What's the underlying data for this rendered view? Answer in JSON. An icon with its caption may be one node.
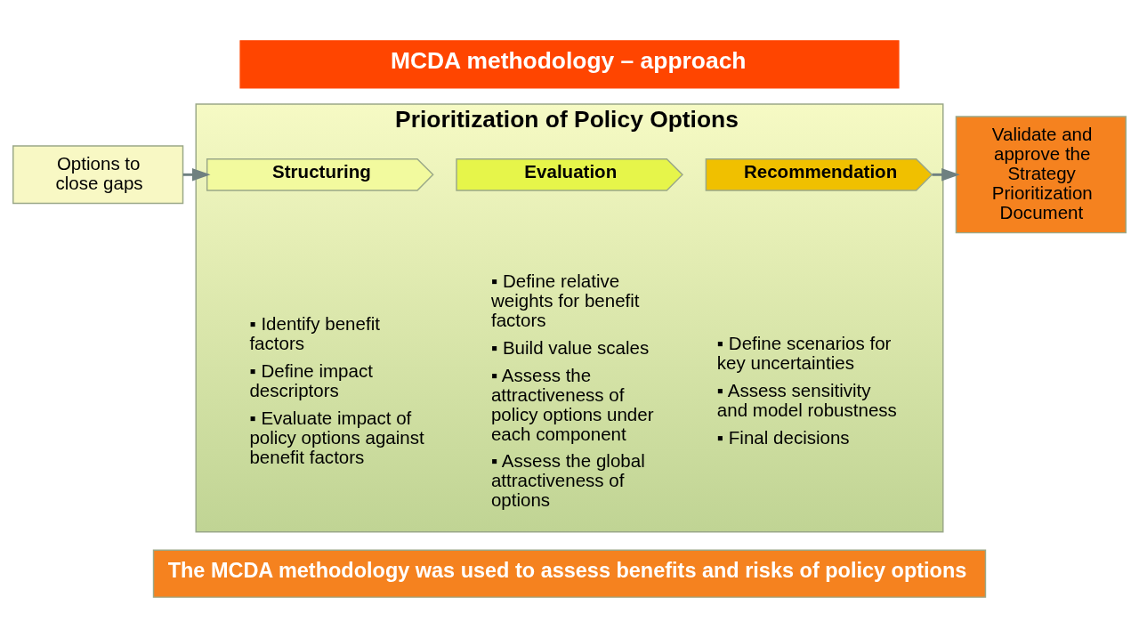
{
  "diagram": {
    "nodes": [
      {
        "text": [
          "MCDA methodology – approach"
        ]
      },
      {
        "text": [
          "Options to close gaps"
        ]
      },
      {
        "text": [
          "Prioritization of Policy Options"
        ]
      },
      {
        "text": [
          "Structuring"
        ],
        "in": 2,
        "beside": [
          "▪ Identify benefit factors",
          "▪ Define impact descriptors",
          "▪ Evaluate impact of policy options against benefit factors"
        ]
      },
      {
        "text": [
          "Evaluation"
        ],
        "in": 2,
        "beside": [
          "▪ Define relative weights for benefit factors",
          "▪ Build value scales",
          "▪ Assess the attractiveness of policy options under each component",
          "▪ Assess the global attractiveness of options"
        ]
      },
      {
        "text": [
          "Recommendation"
        ],
        "in": 2,
        "beside": [
          "▪ Define scenarios for key uncertainties",
          "▪ Assess sensitivity and model robustness",
          "▪ Final decisions"
        ]
      },
      {
        "text": [
          "Validate and approve the Strategy Prioritization Document"
        ]
      },
      {
        "text": [
          "The MCDA methodology was used to assess benefits and risks of policy options"
        ]
      }
    ],
    "edges": [
      {
        "from": 1,
        "to": 3,
        "arrow": "to"
      },
      {
        "from": 5,
        "to": 6,
        "arrow": "to"
      }
    ]
  }
}
